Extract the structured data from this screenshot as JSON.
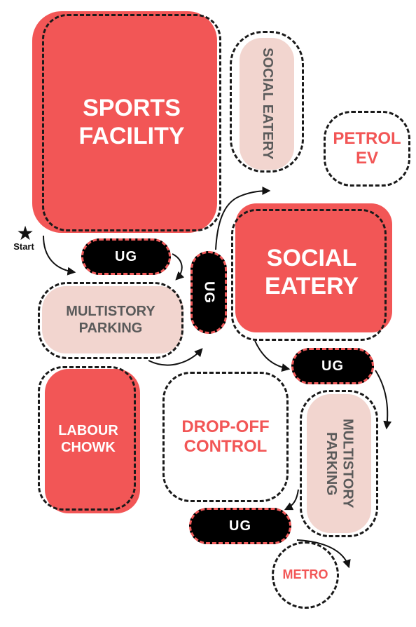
{
  "colors": {
    "primary_red": "#f25656",
    "light_pink": "#f2d5cf",
    "white": "#ffffff",
    "black": "#000000",
    "dash": "#1a1a1a",
    "red_text": "#f25656",
    "gray_text": "#5a5a5a"
  },
  "start": {
    "label": "Start",
    "icon": "star-icon"
  },
  "zones": {
    "sports_facility": "SPORTS\nFACILITY",
    "social_eatery_top": "SOCIAL EATERY",
    "petrol_ev": "PETROL\nEV",
    "social_eatery_main": "SOCIAL\nEATERY",
    "multistory_parking_left": "MULTISTORY\nPARKING",
    "labour_chowk": "LABOUR\nCHOWK",
    "drop_off_control": "DROP-OFF\nCONTROL",
    "multistory_parking_right": "MULTISTORY\nPARKING",
    "metro": "METRO"
  },
  "ug_labels": {
    "ug_1": "UG",
    "ug_2": "UG",
    "ug_3": "UG",
    "ug_4": "UG"
  }
}
